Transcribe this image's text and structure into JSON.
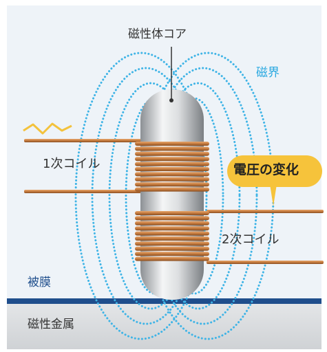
{
  "labels": {
    "core": "磁性体コア",
    "field": "磁界",
    "coil1": "1次コイル",
    "coil2": "2次コイル",
    "voltage": "電圧の変化",
    "film": "被膜",
    "metal": "磁性金属"
  },
  "colors": {
    "background": "#eef3f8",
    "field_lines": "#3fb4e6",
    "copper": "#c47a3e",
    "film": "#1f4e8c",
    "metal": "#d8dadd",
    "voltage_bubble": "#f6c33b",
    "signal_wave": "#f3c23c"
  }
}
